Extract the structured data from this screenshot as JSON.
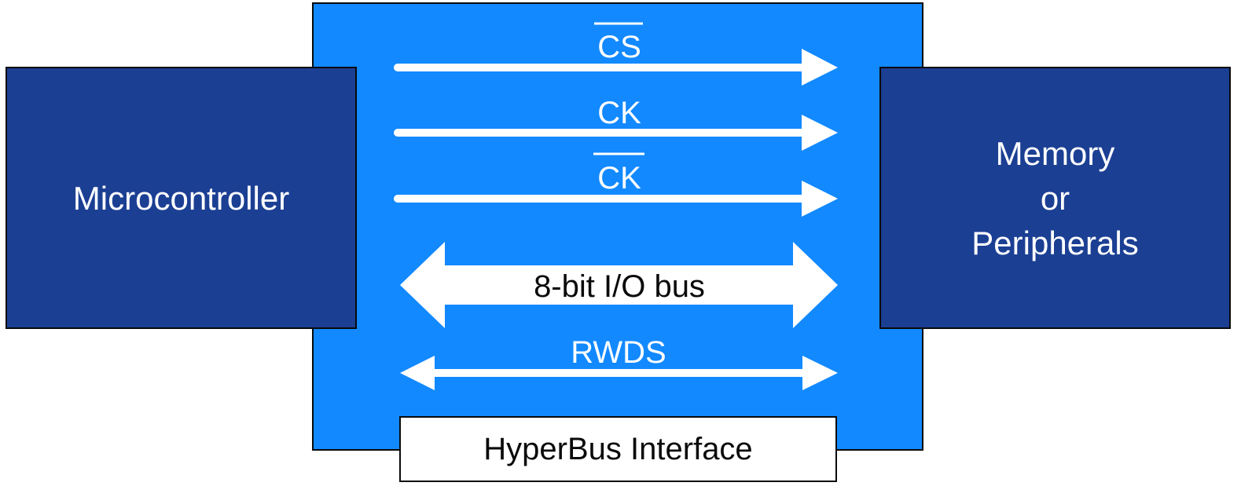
{
  "colors": {
    "interface_blue": "#1289ff",
    "block_navy": "#1b3f93",
    "arrow_white": "#ffffff",
    "text_dark": "#0a0a0a"
  },
  "blocks": {
    "left_label": "Microcontroller",
    "right_label": "Memory\nor\nPeripherals"
  },
  "interface_label": "HyperBus Interface",
  "signals": [
    {
      "label": "CS",
      "overline": true,
      "direction": "right"
    },
    {
      "label": "CK",
      "overline": false,
      "direction": "right"
    },
    {
      "label": "CK",
      "overline": true,
      "direction": "right"
    },
    {
      "label": "8-bit I/O bus",
      "overline": false,
      "direction": "both",
      "style": "wide"
    },
    {
      "label": "RWDS",
      "overline": false,
      "direction": "both"
    }
  ]
}
